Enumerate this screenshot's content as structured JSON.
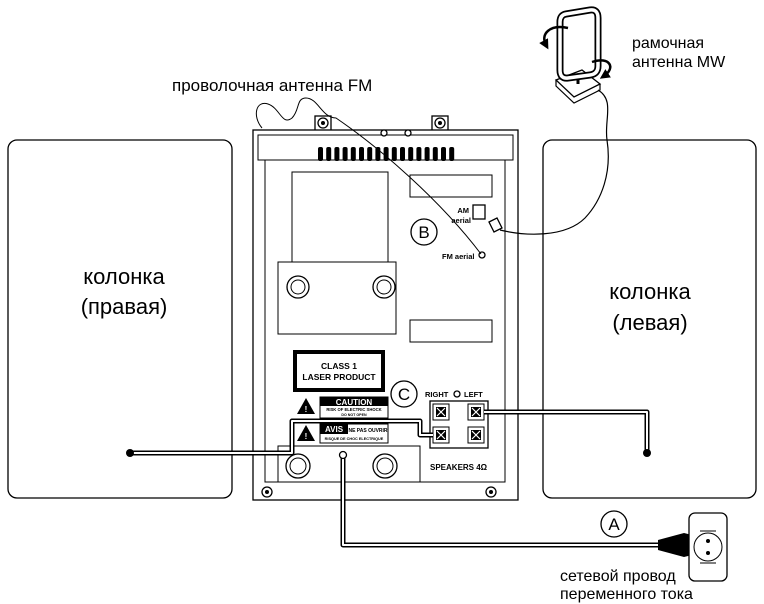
{
  "labels": {
    "fm_wire_antenna": "проволочная антенна FM",
    "mw_loop_antenna": {
      "line1": "рамочная",
      "line2": "антенна MW"
    },
    "speaker_right": {
      "line1": "колонка",
      "line2": "(правая)"
    },
    "speaker_left": {
      "line1": "колонка",
      "line2": "(левая)"
    },
    "power_cord": {
      "line1": "сетевой провод",
      "line2": "переменного тока"
    }
  },
  "callouts": {
    "a": "A",
    "b": "B",
    "c": "C"
  },
  "rear_panel": {
    "am_aerial": {
      "line1": "AM",
      "line2": "aerial"
    },
    "fm_aerial": "FM aerial",
    "speaker_terminals": {
      "right": "RIGHT",
      "left": "LEFT",
      "label": "SPEAKERS 4Ω"
    },
    "laser_label": {
      "line1": "CLASS 1",
      "line2": "LASER PRODUCT"
    },
    "caution_label": {
      "title": "CAUTION",
      "line1": "RISK OF ELECTRIC SHOCK",
      "line2": "DO NOT OPEN"
    },
    "avis_label": {
      "title": "AVIS",
      "line1": "NE PAS OUVRIR",
      "line2": "RISQUE DE CHOC ELECTRIQUE"
    }
  }
}
